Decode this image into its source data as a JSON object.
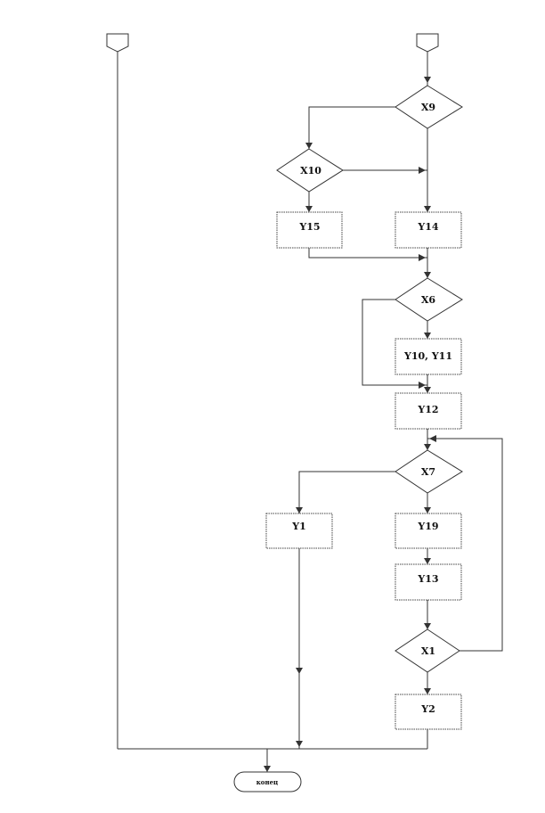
{
  "flowchart": {
    "conditions": {
      "x9": "X9",
      "x10": "X10",
      "x6": "X6",
      "x7": "X7",
      "x1": "X1"
    },
    "operations": {
      "y15": "Y15",
      "y14": "Y14",
      "y10_y11": "Y10, Y11",
      "y12": "Y12",
      "y1": "Y1",
      "y19": "Y19",
      "y13": "Y13",
      "y2": "Y2"
    },
    "terminal": {
      "end": "конец"
    }
  }
}
